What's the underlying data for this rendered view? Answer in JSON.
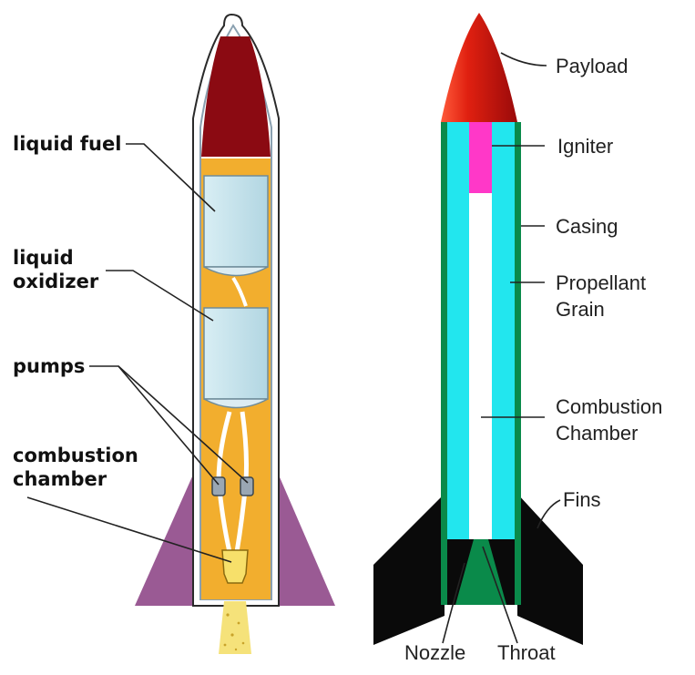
{
  "liquid_rocket": {
    "labels": {
      "fuel": "liquid fuel",
      "oxidizer": "liquid\noxidizer",
      "pumps": "pumps",
      "chamber": "combustion\nchamber"
    },
    "colors": {
      "nose": "#8b0a12",
      "body_interior": "#f2ae2e",
      "tank": "#bfe0ea",
      "fins": "#9a5a94",
      "flame": "#f5e27a",
      "pump": "#9aa7b3"
    }
  },
  "solid_rocket": {
    "labels": {
      "payload": "Payload",
      "igniter": "Igniter",
      "casing": "Casing",
      "grain": "Propellant\nGrain",
      "chamber": "Combustion\nChamber",
      "fins": "Fins",
      "nozzle": "Nozzle",
      "throat": "Throat"
    },
    "colors": {
      "nose": "#c41414",
      "igniter": "#ff38c8",
      "grain": "#22e6ee",
      "casing": "#0a8a4a",
      "fins": "#0a0a0a"
    }
  }
}
